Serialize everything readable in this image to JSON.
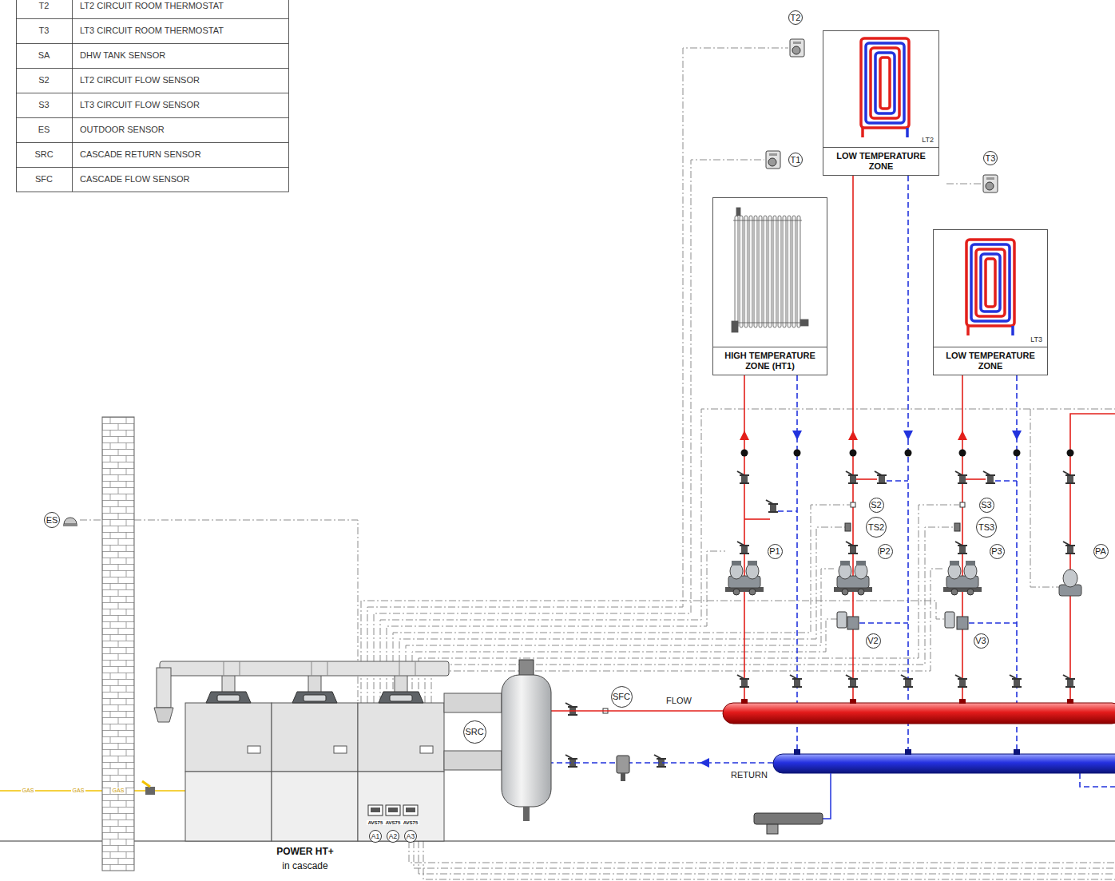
{
  "diagram": {
    "nodes": [
      {
        "text": [
          "T2"
        ]
      },
      {
        "text": [
          "LT2",
          "LOW TEMPERATURE ZONE"
        ]
      },
      {
        "text": [
          "T1"
        ]
      },
      {
        "text": [
          "T3"
        ]
      },
      {
        "text": [
          "HIGH TEMPERATURE ZONE (HT1)"
        ]
      },
      {
        "text": [
          "LT3",
          "LOW TEMPERATURE ZONE"
        ]
      },
      {
        "text": [
          "S2"
        ]
      },
      {
        "text": [
          "S3"
        ]
      },
      {
        "text": [
          "ES"
        ]
      },
      {
        "text": [
          "TS2"
        ]
      },
      {
        "text": [
          "TS3"
        ]
      },
      {
        "text": [
          "P1"
        ]
      },
      {
        "text": [
          "P2"
        ]
      },
      {
        "text": [
          "P3"
        ]
      },
      {
        "text": [
          "PA"
        ]
      },
      {
        "text": [
          "V2"
        ]
      },
      {
        "text": [
          "V3"
        ]
      },
      {
        "text": [
          "SFC"
        ]
      },
      {
        "text": [
          "SRC"
        ]
      },
      {
        "text": [
          "A1"
        ]
      },
      {
        "text": [
          "A2"
        ]
      },
      {
        "text": [
          "A3"
        ]
      }
    ],
    "labels": [
      "T2",
      "LT2 CIRCUIT ROOM THERMOSTAT",
      "T3",
      "LT3 CIRCUIT ROOM THERMOSTAT",
      "SA",
      "DHW TANK SENSOR",
      "S2",
      "LT2 CIRCUIT FLOW SENSOR",
      "S3",
      "LT3 CIRCUIT FLOW SENSOR",
      "ES",
      "OUTDOOR SENSOR",
      "SRC",
      "CASCADE RETURN SENSOR",
      "SFC",
      "CASCADE FLOW SENSOR",
      "GAS",
      "GAS",
      "GAS",
      "FLOW",
      "RETURN",
      "AVS75",
      "AVS75",
      "AVS75",
      "POWER HT+",
      "in cascade"
    ]
  }
}
